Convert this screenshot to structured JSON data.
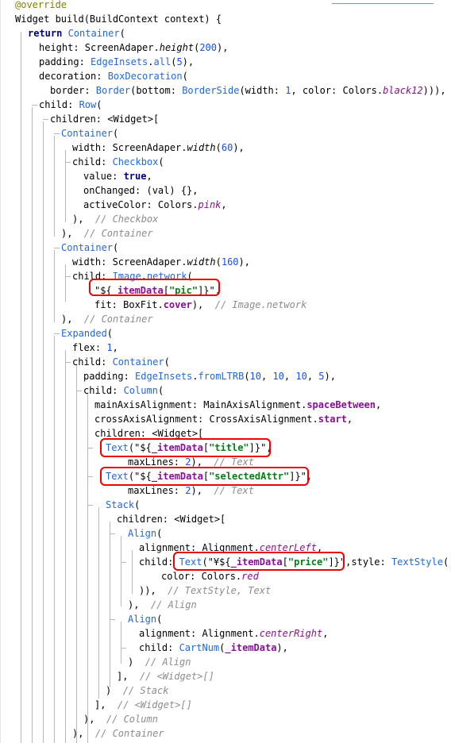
{
  "palette": {
    "kw": "#000080",
    "cls": "#2369d6",
    "str": "#067d17",
    "num": "#1750eb",
    "cmt": "#8c8c8c",
    "fn": "#000000",
    "prop": "#871094",
    "plain": "#000000",
    "anno": "#808000"
  },
  "code": [
    [
      {
        "t": "@override",
        "c": "anno"
      }
    ],
    [
      {
        "t": "Widget build(BuildContext context) {",
        "c": "plain"
      }
    ],
    [
      {
        "t": "return ",
        "c": "kw",
        "b": 1
      },
      {
        "t": "Container",
        "c": "cls"
      },
      {
        "t": "(",
        "c": "plain"
      }
    ],
    [
      {
        "t": "height: ScreenAdaper.",
        "c": "plain"
      },
      {
        "t": "height",
        "c": "plain",
        "i": 1
      },
      {
        "t": "(",
        "c": "plain"
      },
      {
        "t": "200",
        "c": "num"
      },
      {
        "t": "),",
        "c": "plain"
      }
    ],
    [
      {
        "t": "padding: ",
        "c": "plain"
      },
      {
        "t": "EdgeInsets",
        "c": "cls"
      },
      {
        "t": ".",
        "c": "plain"
      },
      {
        "t": "all",
        "c": "cls"
      },
      {
        "t": "(",
        "c": "plain"
      },
      {
        "t": "5",
        "c": "num"
      },
      {
        "t": "),",
        "c": "plain"
      }
    ],
    [
      {
        "t": "decoration: ",
        "c": "plain"
      },
      {
        "t": "BoxDecoration",
        "c": "cls"
      },
      {
        "t": "(",
        "c": "plain"
      }
    ],
    [
      {
        "t": "border: ",
        "c": "plain"
      },
      {
        "t": "Border",
        "c": "cls"
      },
      {
        "t": "(bottom: ",
        "c": "plain"
      },
      {
        "t": "BorderSide",
        "c": "cls"
      },
      {
        "t": "(width: ",
        "c": "plain"
      },
      {
        "t": "1",
        "c": "num"
      },
      {
        "t": ", color: Colors.",
        "c": "plain"
      },
      {
        "t": "black12",
        "c": "prop",
        "i": 1
      },
      {
        "t": "))),",
        "c": "plain"
      }
    ],
    [
      {
        "t": "child: ",
        "c": "plain"
      },
      {
        "t": "Row",
        "c": "cls"
      },
      {
        "t": "(",
        "c": "plain"
      }
    ],
    [
      {
        "t": "children: <Widget>[",
        "c": "plain"
      }
    ],
    [
      {
        "t": "Container",
        "c": "cls"
      },
      {
        "t": "(",
        "c": "plain"
      }
    ],
    [
      {
        "t": "width: ScreenAdaper.",
        "c": "plain"
      },
      {
        "t": "width",
        "c": "plain",
        "i": 1
      },
      {
        "t": "(",
        "c": "plain"
      },
      {
        "t": "60",
        "c": "num"
      },
      {
        "t": "),",
        "c": "plain"
      }
    ],
    [
      {
        "t": "child: ",
        "c": "plain"
      },
      {
        "t": "Checkbox",
        "c": "cls"
      },
      {
        "t": "(",
        "c": "plain"
      }
    ],
    [
      {
        "t": "value: ",
        "c": "plain"
      },
      {
        "t": "true",
        "c": "kw",
        "b": 1
      },
      {
        "t": ",",
        "c": "plain"
      }
    ],
    [
      {
        "t": "onChanged: (val) {},",
        "c": "plain"
      }
    ],
    [
      {
        "t": "activeColor: Colors.",
        "c": "plain"
      },
      {
        "t": "pink",
        "c": "prop",
        "i": 1
      },
      {
        "t": ",",
        "c": "plain"
      }
    ],
    [
      {
        "t": "),  ",
        "c": "plain"
      },
      {
        "t": "// Checkbox",
        "c": "cmt",
        "i": 1
      }
    ],
    [
      {
        "t": "),  ",
        "c": "plain"
      },
      {
        "t": "// Container",
        "c": "cmt",
        "i": 1
      }
    ],
    [
      {
        "t": "Container",
        "c": "cls"
      },
      {
        "t": "(",
        "c": "plain"
      }
    ],
    [
      {
        "t": "width: ScreenAdaper.",
        "c": "plain"
      },
      {
        "t": "width",
        "c": "plain",
        "i": 1
      },
      {
        "t": "(",
        "c": "plain"
      },
      {
        "t": "160",
        "c": "num"
      },
      {
        "t": "),",
        "c": "plain"
      }
    ],
    [
      {
        "t": "child: ",
        "c": "plain"
      },
      {
        "t": "Image",
        "c": "cls"
      },
      {
        "t": ".",
        "c": "plain"
      },
      {
        "t": "network",
        "c": "cls"
      },
      {
        "t": "(",
        "c": "plain"
      }
    ],
    [
      {
        "t": "\"${",
        "c": "plain"
      },
      {
        "t": "_itemData",
        "c": "prop",
        "b": 1
      },
      {
        "t": "[",
        "c": "plain"
      },
      {
        "t": "\"pic\"",
        "c": "str",
        "b": 1
      },
      {
        "t": "]}\",",
        "c": "plain"
      }
    ],
    [
      {
        "t": "fit: BoxFit.",
        "c": "plain"
      },
      {
        "t": "cover",
        "c": "prop",
        "b": 1
      },
      {
        "t": "),  ",
        "c": "plain"
      },
      {
        "t": "// Image.network",
        "c": "cmt",
        "i": 1
      }
    ],
    [
      {
        "t": "),  ",
        "c": "plain"
      },
      {
        "t": "// Container",
        "c": "cmt",
        "i": 1
      }
    ],
    [
      {
        "t": "Expanded",
        "c": "cls"
      },
      {
        "t": "(",
        "c": "plain"
      }
    ],
    [
      {
        "t": "flex: ",
        "c": "plain"
      },
      {
        "t": "1",
        "c": "num"
      },
      {
        "t": ",",
        "c": "plain"
      }
    ],
    [
      {
        "t": "child: ",
        "c": "plain"
      },
      {
        "t": "Container",
        "c": "cls"
      },
      {
        "t": "(",
        "c": "plain"
      }
    ],
    [
      {
        "t": "padding: ",
        "c": "plain"
      },
      {
        "t": "EdgeInsets",
        "c": "cls"
      },
      {
        "t": ".",
        "c": "plain"
      },
      {
        "t": "fromLTRB",
        "c": "cls"
      },
      {
        "t": "(",
        "c": "plain"
      },
      {
        "t": "10",
        "c": "num"
      },
      {
        "t": ", ",
        "c": "plain"
      },
      {
        "t": "10",
        "c": "num"
      },
      {
        "t": ", ",
        "c": "plain"
      },
      {
        "t": "10",
        "c": "num"
      },
      {
        "t": ", ",
        "c": "plain"
      },
      {
        "t": "5",
        "c": "num"
      },
      {
        "t": "),",
        "c": "plain"
      }
    ],
    [
      {
        "t": "child: ",
        "c": "plain"
      },
      {
        "t": "Column",
        "c": "cls"
      },
      {
        "t": "(",
        "c": "plain"
      }
    ],
    [
      {
        "t": "mainAxisAlignment: MainAxisAlignment.",
        "c": "plain"
      },
      {
        "t": "spaceBetween",
        "c": "prop",
        "b": 1
      },
      {
        "t": ",",
        "c": "plain"
      }
    ],
    [
      {
        "t": "crossAxisAlignment: CrossAxisAlignment.",
        "c": "plain"
      },
      {
        "t": "start",
        "c": "prop",
        "b": 1
      },
      {
        "t": ",",
        "c": "plain"
      }
    ],
    [
      {
        "t": "children: <Widget>[",
        "c": "plain"
      }
    ],
    [
      {
        "t": "Text",
        "c": "cls"
      },
      {
        "t": "(\"${",
        "c": "plain"
      },
      {
        "t": "_itemData",
        "c": "prop",
        "b": 1
      },
      {
        "t": "[",
        "c": "plain"
      },
      {
        "t": "\"title\"",
        "c": "str",
        "b": 1
      },
      {
        "t": "]}\",",
        "c": "plain"
      }
    ],
    [
      {
        "t": "maxLines: ",
        "c": "plain"
      },
      {
        "t": "2",
        "c": "num"
      },
      {
        "t": "),  ",
        "c": "plain"
      },
      {
        "t": "// Text",
        "c": "cmt",
        "i": 1
      }
    ],
    [
      {
        "t": "Text",
        "c": "cls"
      },
      {
        "t": "(\"${",
        "c": "plain"
      },
      {
        "t": "_itemData",
        "c": "prop",
        "b": 1
      },
      {
        "t": "[",
        "c": "plain"
      },
      {
        "t": "\"selectedAttr\"",
        "c": "str",
        "b": 1
      },
      {
        "t": "]}\",",
        "c": "plain"
      }
    ],
    [
      {
        "t": "maxLines: ",
        "c": "plain"
      },
      {
        "t": "2",
        "c": "num"
      },
      {
        "t": "),  ",
        "c": "plain"
      },
      {
        "t": "// Text",
        "c": "cmt",
        "i": 1
      }
    ],
    [
      {
        "t": "Stack",
        "c": "cls"
      },
      {
        "t": "(",
        "c": "plain"
      }
    ],
    [
      {
        "t": "children: <Widget>[",
        "c": "plain"
      }
    ],
    [
      {
        "t": "Align",
        "c": "cls"
      },
      {
        "t": "(",
        "c": "plain"
      }
    ],
    [
      {
        "t": "alignment: Alignment.",
        "c": "plain"
      },
      {
        "t": "centerLeft",
        "c": "prop",
        "i": 1
      },
      {
        "t": ",",
        "c": "plain"
      }
    ],
    [
      {
        "t": "child: ",
        "c": "plain"
      },
      {
        "t": "Text",
        "c": "cls"
      },
      {
        "t": "(\"¥${",
        "c": "plain"
      },
      {
        "t": "_itemData",
        "c": "prop",
        "b": 1
      },
      {
        "t": "[",
        "c": "plain"
      },
      {
        "t": "\"price\"",
        "c": "str",
        "b": 1
      },
      {
        "t": "]}\"",
        "c": "plain"
      },
      {
        "t": ",style: ",
        "c": "plain"
      },
      {
        "t": "TextStyle",
        "c": "cls"
      },
      {
        "t": "(",
        "c": "plain"
      }
    ],
    [
      {
        "t": "color: Colors.",
        "c": "plain"
      },
      {
        "t": "red",
        "c": "prop",
        "i": 1
      }
    ],
    [
      {
        "t": ")),  ",
        "c": "plain"
      },
      {
        "t": "// TextStyle, Text",
        "c": "cmt",
        "i": 1
      }
    ],
    [
      {
        "t": "),  ",
        "c": "plain"
      },
      {
        "t": "// Align",
        "c": "cmt",
        "i": 1
      }
    ],
    [
      {
        "t": "Align",
        "c": "cls"
      },
      {
        "t": "(",
        "c": "plain"
      }
    ],
    [
      {
        "t": "alignment: Alignment.",
        "c": "plain"
      },
      {
        "t": "centerRight",
        "c": "prop",
        "i": 1
      },
      {
        "t": ",",
        "c": "plain"
      }
    ],
    [
      {
        "t": "child: ",
        "c": "plain"
      },
      {
        "t": "CartNum",
        "c": "cls"
      },
      {
        "t": "(",
        "c": "plain"
      },
      {
        "t": "_itemData",
        "c": "prop",
        "b": 1
      },
      {
        "t": "),",
        "c": "plain"
      }
    ],
    [
      {
        "t": ")  ",
        "c": "plain"
      },
      {
        "t": "// Align",
        "c": "cmt",
        "i": 1
      }
    ],
    [
      {
        "t": "],  ",
        "c": "plain"
      },
      {
        "t": "// <Widget>[]",
        "c": "cmt",
        "i": 1
      }
    ],
    [
      {
        "t": ")  ",
        "c": "plain"
      },
      {
        "t": "// Stack",
        "c": "cmt",
        "i": 1
      }
    ],
    [
      {
        "t": "],  ",
        "c": "plain"
      },
      {
        "t": "// <Widget>[]",
        "c": "cmt",
        "i": 1
      }
    ],
    [
      {
        "t": "),  ",
        "c": "plain"
      },
      {
        "t": "// Column",
        "c": "cmt",
        "i": 1
      }
    ],
    [
      {
        "t": "),  ",
        "c": "plain"
      },
      {
        "t": "// Container",
        "c": "cmt",
        "i": 1
      }
    ]
  ]
}
